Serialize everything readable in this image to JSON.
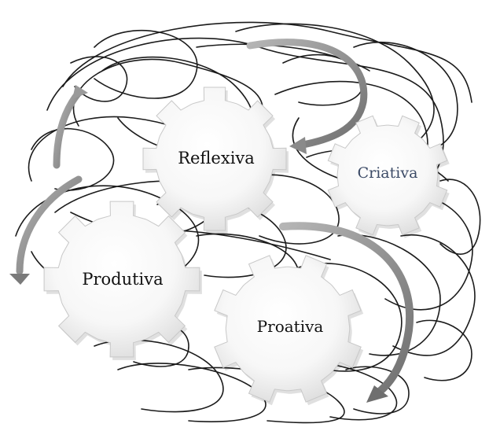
{
  "gears": [
    {
      "id": "reflexiva",
      "label": "Reflexiva",
      "label_color": "#111111"
    },
    {
      "id": "criativa",
      "label": "Criativa",
      "label_color": "#3b4a66"
    },
    {
      "id": "produtiva",
      "label": "Produtiva",
      "label_color": "#111111"
    },
    {
      "id": "proativa",
      "label": "Proativa",
      "label_color": "#111111"
    }
  ],
  "colors": {
    "scribble": "#1a1a1a",
    "arrow": "#8c8c8c",
    "gear_fill_center": "#ffffff",
    "gear_fill_edge": "#dedede",
    "gear_stroke": "#c8c8c8"
  }
}
